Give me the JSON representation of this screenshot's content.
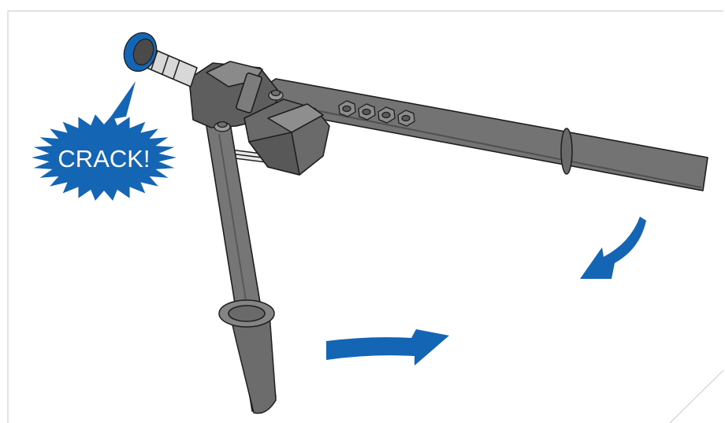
{
  "callout": {
    "text": "CRACK!"
  },
  "colors": {
    "accent_blue": "#1565b5",
    "tool_gray": "#6f6f6f",
    "tool_dark": "#555555",
    "outline": "#1e1e1e",
    "frame_line": "#d0d0d0"
  },
  "icons": [
    "starburst-callout",
    "curved-arrow-right",
    "curved-arrow-down-left",
    "blue-ring"
  ]
}
